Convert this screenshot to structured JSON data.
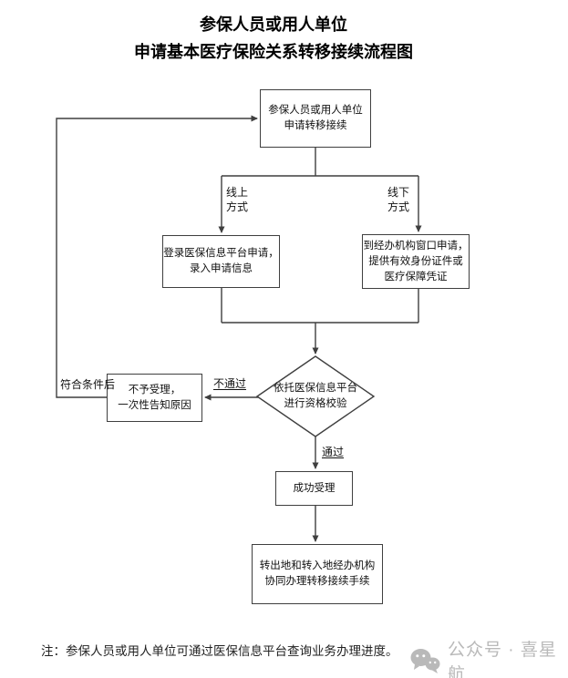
{
  "title": {
    "line1": "参保人员或用人单位",
    "line2": "申请基本医疗保险关系转移接续流程图"
  },
  "nodes": {
    "start": {
      "text": "参保人员或用人单位\n申请转移接续"
    },
    "online": {
      "text": "登录医保信息平台申请，\n录入申请信息"
    },
    "offline": {
      "text": "到经办机构窗口申请，\n提供有效身份证件或\n医疗保障凭证"
    },
    "check": {
      "text": "依托医保信息平台\n进行资格校验"
    },
    "reject": {
      "text": "不予受理，\n一次性告知原因"
    },
    "accept": {
      "text": "成功受理"
    },
    "final": {
      "text": "转出地和转入地经办机构\n协同办理转移接续手续"
    }
  },
  "edge_labels": {
    "online_method": "线上\n方式",
    "offline_method": "线下\n方式",
    "fail": "不通过",
    "pass": "通过",
    "requalified": "符合条件后"
  },
  "note": "注：参保人员或用人单位可通过医保信息平台查询业务办理进度。",
  "watermark": {
    "icon": "wechat-icon",
    "text": "公众号 · 喜星航"
  },
  "colors": {
    "line": "#3f3f3f",
    "text": "#111111",
    "watermark": "#b9b9b9",
    "background": "#ffffff"
  }
}
